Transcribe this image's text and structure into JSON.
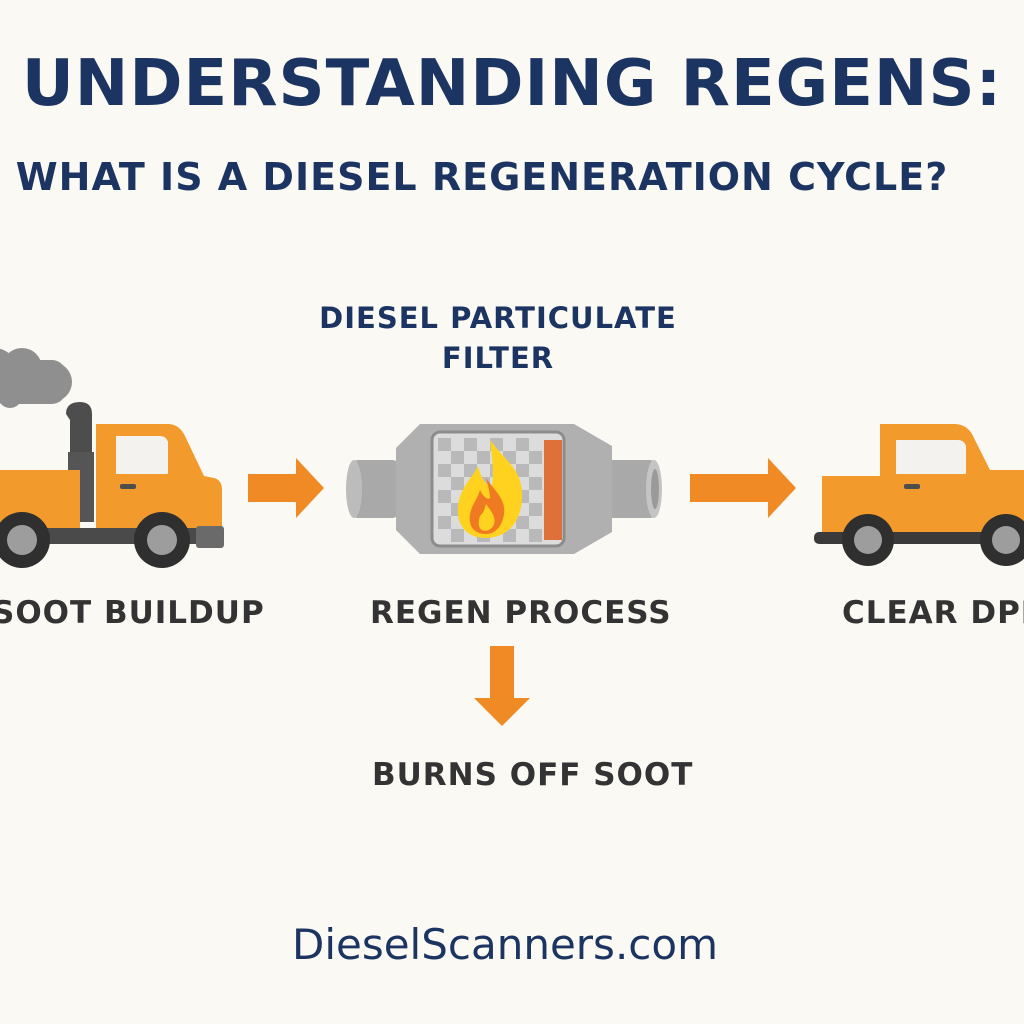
{
  "header": {
    "title": "UNDERSTANDING REGENS:",
    "subtitle": "WHAT IS A DIESEL REGENERATION CYCLE?"
  },
  "diagram": {
    "filter_heading": "DIESEL PARTICULATE FILTER",
    "steps": [
      {
        "label": "SOOT BUILDUP",
        "icon": "truck-smoking-icon"
      },
      {
        "label": "REGEN PROCESS",
        "icon": "dpf-flame-icon"
      },
      {
        "label": "CLEAR DPF",
        "icon": "truck-clean-icon"
      }
    ],
    "result": {
      "label": "BURNS OFF SOOT"
    }
  },
  "footer": {
    "website": "DieselScanners.com"
  },
  "colors": {
    "navy": "#1c3461",
    "orange": "#f08a24",
    "truck_orange": "#f39a2c",
    "filter_gray": "#a9a9a9",
    "flame_yellow": "#ffd21f",
    "background": "#fbf9f3"
  }
}
